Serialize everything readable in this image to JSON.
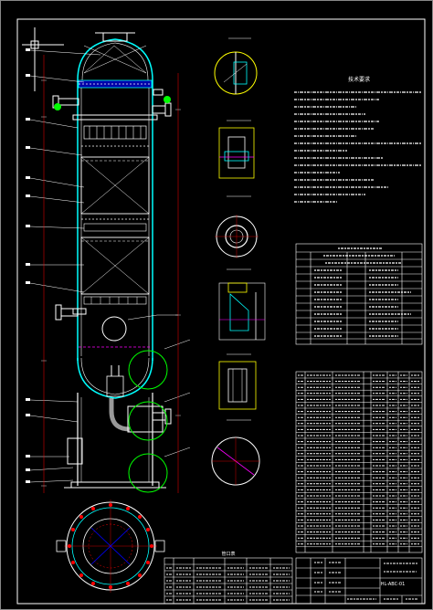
{
  "colors": {
    "background": "#000000",
    "frame": "#ffffff",
    "shell": "#00ffff",
    "parts": "#ffffff",
    "leaders": "#ffff00",
    "detail_circles": "#00ff00",
    "dimensions": "#ff0000",
    "nozzles": "#0000ff",
    "table_text": "#ffffff",
    "inner_lines": "#ff00ff"
  },
  "notes": {
    "title": "技术要求"
  },
  "nozzle_table": {
    "title": "管口表"
  },
  "title_block": {
    "drawing_number": "HL-ABC-01"
  },
  "icons": {
    "crosshair": "cursor-crosshair-icon"
  }
}
